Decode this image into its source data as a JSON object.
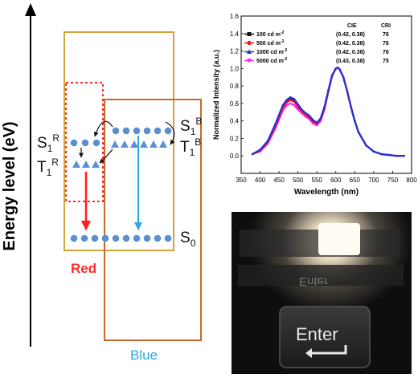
{
  "diagram": {
    "y_axis_label": "Energy level (eV)",
    "labels": {
      "s1r": "S",
      "s1r_sub": "1",
      "s1r_sup": "R",
      "t1r": "T",
      "t1r_sub": "1",
      "t1r_sup": "R",
      "s1b": "S",
      "s1b_sub": "1",
      "s1b_sup": "B",
      "t1b": "T",
      "t1b_sub": "1",
      "t1b_sup": "B",
      "s0": "S",
      "s0_sub": "0",
      "red": "Red",
      "blue": "Blue"
    },
    "colors": {
      "red_box": "#d4a33a",
      "blue_box": "#c8682a",
      "dotted_box": "#ff2a2a",
      "dot": "#5b8fd0",
      "red_arrow": "#ff2020",
      "blue_arrow": "#28a8e8",
      "red_label": "#ff2a2a",
      "blue_label": "#28a8e8"
    }
  },
  "chart_data": {
    "type": "line",
    "ylabel": "Normalized Intensity (a.u.)",
    "xlabel": "Wavelength (nm)",
    "xlim": [
      350,
      800
    ],
    "ylim": [
      -0.2,
      1.6
    ],
    "xticks": [
      350,
      400,
      450,
      500,
      550,
      600,
      650,
      700,
      750,
      800
    ],
    "yticks": [
      0.0,
      0.2,
      0.4,
      0.6,
      0.8,
      1.0,
      1.2,
      1.4,
      1.6
    ],
    "legend_headers": {
      "cie": "CIE",
      "cri": "CRI"
    },
    "legend_units": "cd m",
    "legend_unit_exp": "-2",
    "x": [
      380,
      400,
      420,
      440,
      460,
      470,
      480,
      490,
      500,
      510,
      520,
      530,
      540,
      550,
      560,
      570,
      580,
      590,
      600,
      605,
      610,
      620,
      630,
      640,
      650,
      660,
      680,
      700,
      720,
      740,
      760,
      780
    ],
    "series": [
      {
        "name": "100",
        "cie": "(0.42, 0.38)",
        "cri": "76",
        "color": "#111111",
        "marker": "square",
        "values": [
          0.02,
          0.06,
          0.16,
          0.34,
          0.56,
          0.62,
          0.65,
          0.63,
          0.57,
          0.52,
          0.48,
          0.45,
          0.4,
          0.37,
          0.42,
          0.55,
          0.74,
          0.92,
          1.0,
          1.01,
          0.99,
          0.9,
          0.74,
          0.56,
          0.4,
          0.27,
          0.12,
          0.05,
          0.02,
          0.01,
          0.0,
          0.0
        ]
      },
      {
        "name": "500",
        "cie": "(0.42, 0.38)",
        "cri": "76",
        "color": "#ff1010",
        "marker": "circle",
        "values": [
          0.02,
          0.06,
          0.16,
          0.34,
          0.55,
          0.61,
          0.64,
          0.62,
          0.56,
          0.51,
          0.47,
          0.44,
          0.39,
          0.37,
          0.42,
          0.55,
          0.74,
          0.92,
          1.0,
          1.01,
          0.99,
          0.9,
          0.74,
          0.56,
          0.4,
          0.27,
          0.12,
          0.05,
          0.02,
          0.01,
          0.0,
          0.0
        ]
      },
      {
        "name": "1000",
        "cie": "(0.42, 0.38)",
        "cri": "76",
        "color": "#2233dd",
        "marker": "triangle",
        "values": [
          0.02,
          0.07,
          0.17,
          0.36,
          0.58,
          0.64,
          0.67,
          0.65,
          0.59,
          0.53,
          0.49,
          0.46,
          0.41,
          0.38,
          0.43,
          0.56,
          0.75,
          0.92,
          1.0,
          1.01,
          0.99,
          0.9,
          0.74,
          0.56,
          0.4,
          0.27,
          0.12,
          0.05,
          0.02,
          0.01,
          0.0,
          0.0
        ]
      },
      {
        "name": "5000",
        "cie": "(0.43, 0.38)",
        "cri": "75",
        "color": "#ff22ff",
        "marker": "triangle-down",
        "values": [
          0.02,
          0.05,
          0.14,
          0.31,
          0.52,
          0.58,
          0.6,
          0.58,
          0.53,
          0.49,
          0.45,
          0.42,
          0.37,
          0.35,
          0.4,
          0.53,
          0.73,
          0.91,
          1.0,
          1.01,
          0.99,
          0.9,
          0.74,
          0.56,
          0.4,
          0.27,
          0.12,
          0.05,
          0.02,
          0.01,
          0.0,
          0.0
        ]
      }
    ]
  },
  "photo": {
    "text_upper": "Enter",
    "text_lower": "Enter"
  }
}
